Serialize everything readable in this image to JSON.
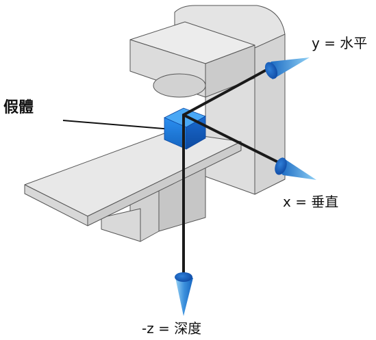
{
  "labels": {
    "phantom": "假體",
    "y_axis": "y = 水平",
    "x_axis": "x = 垂直",
    "z_axis": "-z = 深度"
  },
  "colors": {
    "machine_light": "#e6e6e6",
    "machine_mid": "#d6d6d6",
    "machine_dark": "#c4c4c4",
    "outline": "#555555",
    "axis": "#1a1a1a",
    "cone_light": "#7fc4ee",
    "cone_dark": "#1565c0",
    "cube_front": "#1e7fe0",
    "cube_top": "#56b3ff",
    "cube_side": "#1458b8"
  }
}
